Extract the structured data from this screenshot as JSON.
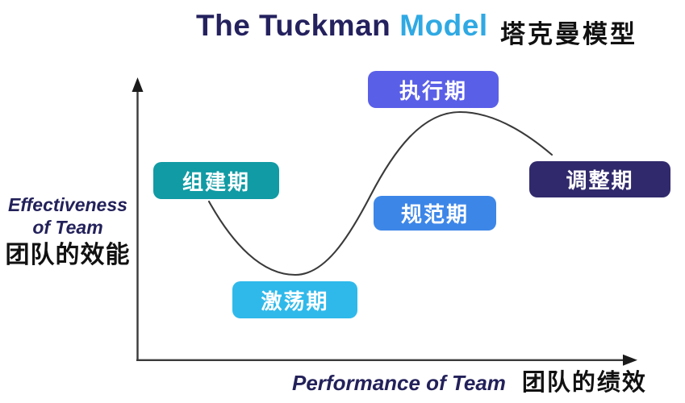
{
  "title": {
    "main": "The Tuckman",
    "accent": "Model",
    "zh": "塔克曼模型"
  },
  "colors": {
    "title_main": "#24215E",
    "title_accent": "#2FA9E3",
    "title_zh": "#111111",
    "axis": "#3A3A3A",
    "curve": "#3A3A3A",
    "axis_label_en": "#23215A",
    "axis_label_zh": "#111111"
  },
  "y_axis": {
    "label_en_line1": "Effectiveness",
    "label_en_line2": "of Team",
    "label_zh": "团队的效能"
  },
  "x_axis": {
    "label_en": "Performance of Team",
    "label_zh": "团队的绩效"
  },
  "stages": [
    {
      "id": "forming",
      "label_zh": "组建期",
      "color": "#119BA4"
    },
    {
      "id": "storming",
      "label_zh": "激荡期",
      "color": "#2FB9EB"
    },
    {
      "id": "norming",
      "label_zh": "规范期",
      "color": "#3C86E8"
    },
    {
      "id": "performing",
      "label_zh": "执行期",
      "color": "#5A5FE8"
    },
    {
      "id": "adjourning",
      "label_zh": "调整期",
      "color": "#302A6C"
    }
  ]
}
